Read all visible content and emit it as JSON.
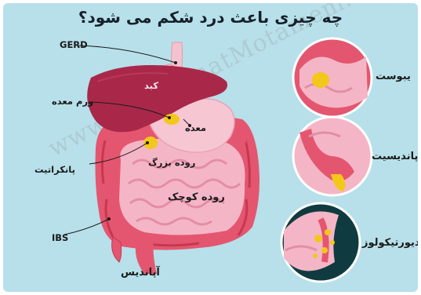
{
  "title": "چه چیزی باعث درد شکم می شود؟",
  "watermark": "www.DrSalamatMotamem.com",
  "labels": {
    "gerd": "GERD",
    "liver": "کبد",
    "gastritis": "ورم معده",
    "stomach": "معده",
    "pancreatitis": "پانکراتیت",
    "large_intestine": "روده بزرگ",
    "small_intestine": "روده کوچک",
    "ibs": "IBS",
    "appendix": "آپاندیس"
  },
  "insets": [
    {
      "label": "یبوست"
    },
    {
      "label": "آپاندیسیت"
    },
    {
      "label": "دیورتیکولوز"
    }
  ],
  "colors": {
    "background": "#b7e0ea",
    "liver": "#a9284a",
    "stomach": "#f6c6d3",
    "colon": "#e4566f",
    "small_intestine": "#f4b6c6",
    "inflammation": "#f2c81a"
  }
}
